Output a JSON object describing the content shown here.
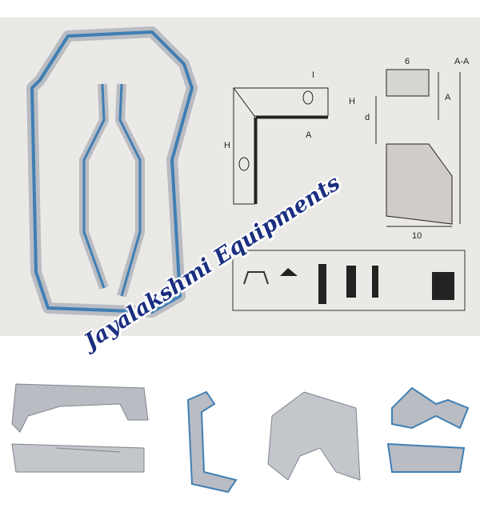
{
  "watermark": "Jayalakshmi Equipments",
  "diagram": {
    "labels": {
      "width_top": "6",
      "section": "A-A",
      "height_left": "H",
      "height_small": "H",
      "arrow_top": "I",
      "arrow_a": "A",
      "diameter": "d",
      "dim_a": "A",
      "width_bottom": "10"
    }
  },
  "colors": {
    "seal_blue": "#3f7fb4",
    "metal": "#b9bcc2",
    "background": "#ebe9e6"
  }
}
